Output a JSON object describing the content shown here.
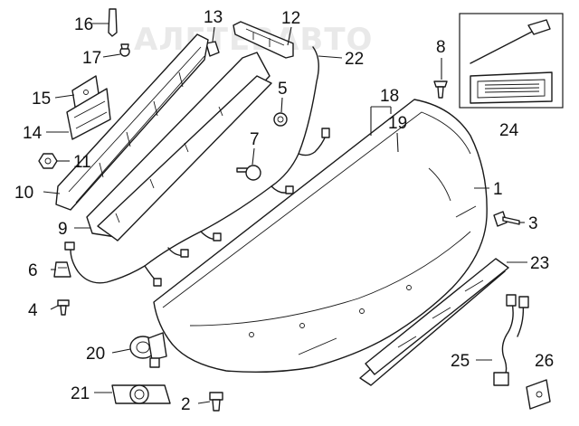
{
  "watermark": "АЛЕТЕВАВТО",
  "callouts": [
    {
      "id": "1",
      "label": "1"
    },
    {
      "id": "2",
      "label": "2"
    },
    {
      "id": "3",
      "label": "3"
    },
    {
      "id": "4",
      "label": "4"
    },
    {
      "id": "5",
      "label": "5"
    },
    {
      "id": "6",
      "label": "6"
    },
    {
      "id": "7",
      "label": "7"
    },
    {
      "id": "8",
      "label": "8"
    },
    {
      "id": "9",
      "label": "9"
    },
    {
      "id": "10",
      "label": "10"
    },
    {
      "id": "11",
      "label": "11"
    },
    {
      "id": "12",
      "label": "12"
    },
    {
      "id": "13",
      "label": "13"
    },
    {
      "id": "14",
      "label": "14"
    },
    {
      "id": "15",
      "label": "15"
    },
    {
      "id": "16",
      "label": "16"
    },
    {
      "id": "17",
      "label": "17"
    },
    {
      "id": "18",
      "label": "18"
    },
    {
      "id": "19",
      "label": "19"
    },
    {
      "id": "20",
      "label": "20"
    },
    {
      "id": "21",
      "label": "21"
    },
    {
      "id": "22",
      "label": "22"
    },
    {
      "id": "23",
      "label": "23"
    },
    {
      "id": "24",
      "label": "24"
    },
    {
      "id": "25",
      "label": "25"
    },
    {
      "id": "26",
      "label": "26"
    }
  ]
}
